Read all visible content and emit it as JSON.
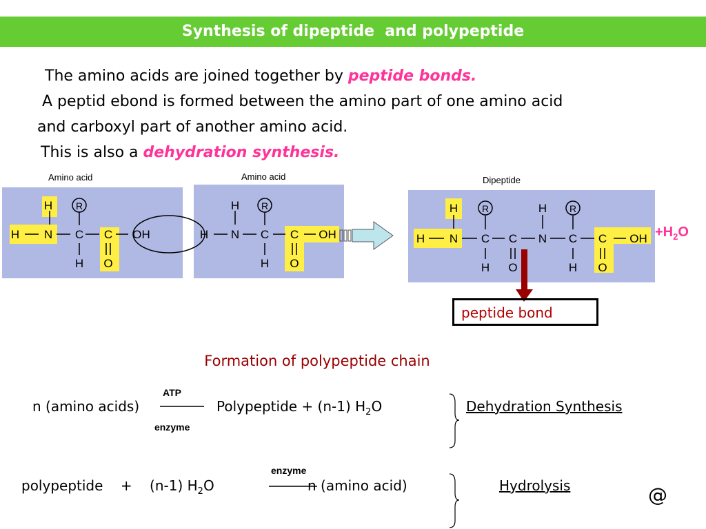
{
  "title": "Synthesis of dipeptide  and polypeptide",
  "intro": {
    "line1_text": "The amino acids are joined together by ",
    "line1_highlight": "peptide bonds.",
    "line2": " A peptid ebond is formed between the amino part of one amino acid",
    "line3": "and carboxyl part of another amino acid.",
    "line4_text": "This is also a ",
    "line4_highlight": "dehydration synthesis."
  },
  "diagram": {
    "amino_acid_label_1": "Amino acid",
    "amino_acid_label_2": "Amino acid",
    "dipeptide_label": "Dipeptide",
    "water_prefix": "+H",
    "water_sub": "2",
    "water_suffix": "O",
    "peptide_bond_label": "peptide bond",
    "atoms": {
      "H": "H",
      "N": "N",
      "C": "C",
      "O": "O",
      "OH": "OH",
      "R": "R"
    }
  },
  "section_heading": "Formation of polypeptide chain",
  "eq1": {
    "left": "n (amino acids)",
    "above": "ATP",
    "below": "enzyme",
    "right_main": "Polypeptide + (n-1) H",
    "right_sub": "2",
    "right_tail": "O",
    "name": "Dehydration Synthesis"
  },
  "eq2": {
    "left_a": "polypeptide    +    (n-1) H",
    "left_sub": "2",
    "left_tail": "O",
    "above": "enzyme",
    "right": "n (amino acid)",
    "name": "Hydrolysis"
  },
  "at_symbol": "@",
  "colors": {
    "title_bar": "#66cc33",
    "highlight": "#ff3399",
    "panel": "#b0b8e4",
    "group_yellow": "#ffee44",
    "section_heading": "#990000",
    "bond_arrow": "#990000"
  }
}
